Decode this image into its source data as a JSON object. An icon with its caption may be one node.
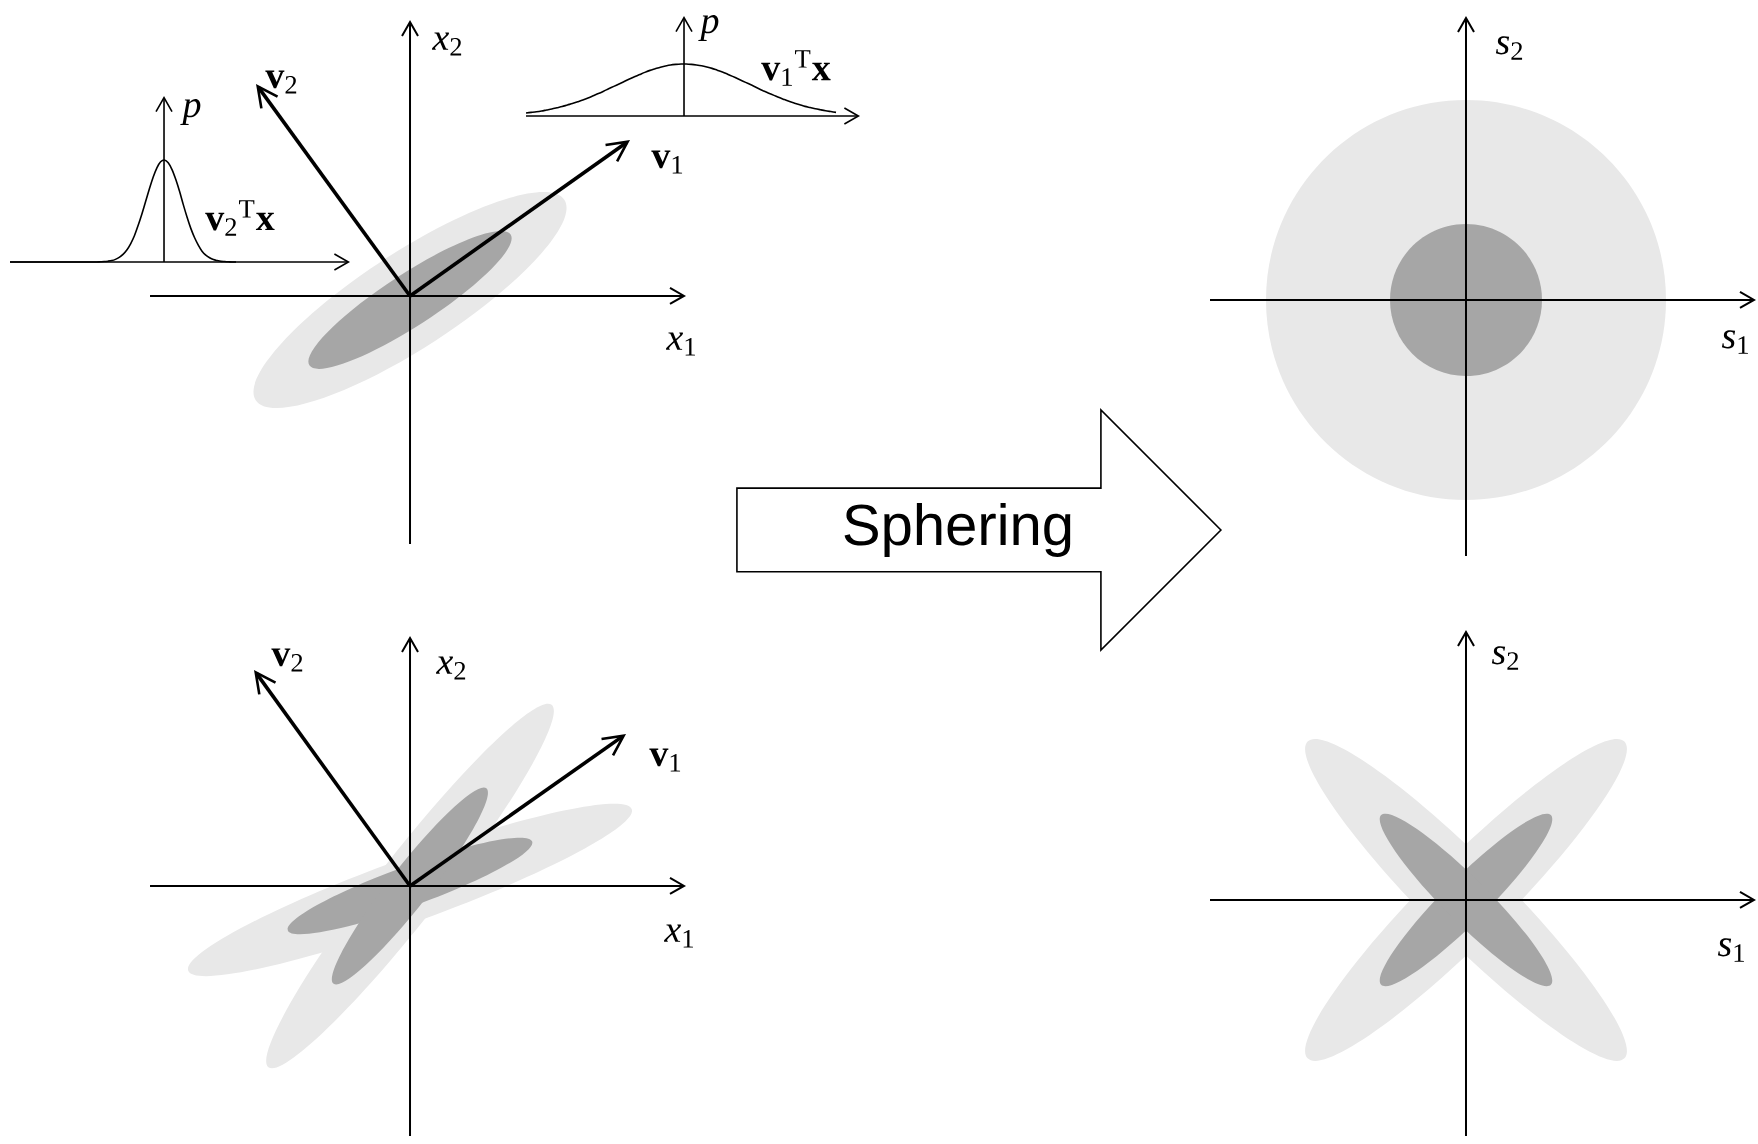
{
  "diagram": {
    "nodes": [
      {
        "text": [
          "Sphering"
        ]
      }
    ],
    "labels": [
      "*x*$_{2}$",
      "*p*",
      "**v**$_{1}$$^{T}$**x**",
      "**v**$_{2}$",
      "*p*",
      "**v**$_{1}$",
      "**v**$_{2}$$^{T}$**x**",
      "*x*$_{1}$",
      "*s*$_{2}$",
      "*s*$_{1}$",
      "*x*$_{2}$",
      "**v**$_{2}$",
      "**v**$_{1}$",
      "*x*$_{1}$",
      "*s*$_{2}$",
      "*s*$_{1}$"
    ]
  }
}
